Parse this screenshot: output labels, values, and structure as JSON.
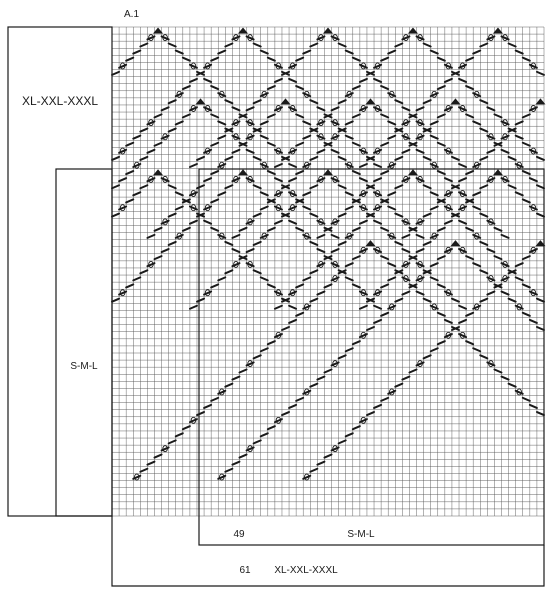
{
  "chart_title": "A.1",
  "size_labels": {
    "large_sizes": "XL-XXL-XXXL",
    "small_sizes": "S-M-L"
  },
  "stitch_counts": {
    "small": {
      "count": "49",
      "sizes": "S-M-L"
    },
    "large": {
      "count": "61",
      "sizes": "XL-XXL-XXXL"
    }
  },
  "colors": {
    "ink": "#1a1a1a",
    "grid": "#555555",
    "background": "#ffffff"
  },
  "symbols": [
    "grid-square-blank",
    "slanted-bar-stitch",
    "open-circle-stitch",
    "triangle-decrease"
  ]
}
